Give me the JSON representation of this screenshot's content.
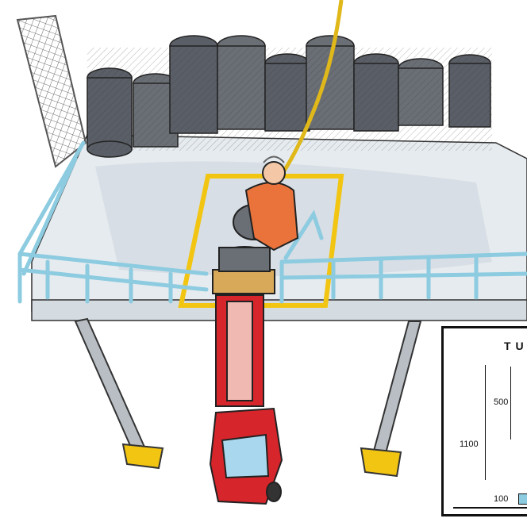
{
  "dimension_panel": {
    "title": "TU",
    "overall_height": "1100",
    "upper_height": "500",
    "base_height": "100"
  },
  "colors": {
    "forklift": "#d6252b",
    "worker_suit": "#e9733a",
    "safety_marking": "#f2c513",
    "railing": "#8ccbe0",
    "tires": "#5a5e66",
    "platform": "#e6ebef"
  },
  "icons": [
    "tire-stack-icon",
    "forklift-icon",
    "worker-icon",
    "crane-rope-icon",
    "railing-icon"
  ]
}
